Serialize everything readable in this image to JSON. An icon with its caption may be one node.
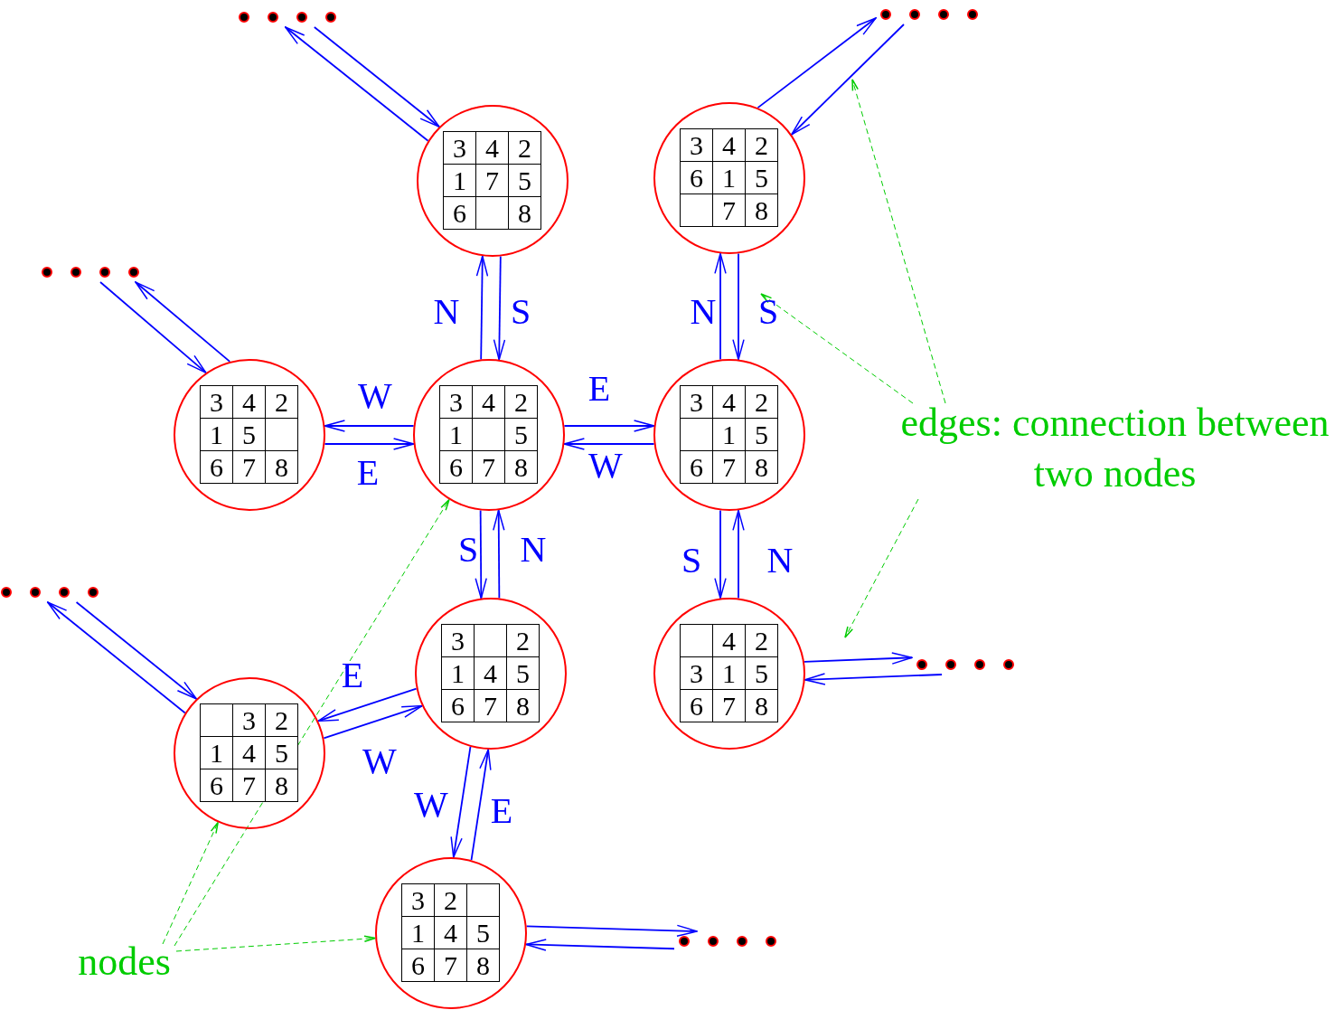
{
  "diagram": {
    "nodes": [
      {
        "text": [],
        "shape": "circle"
      },
      {
        "text": [
          "3"
        ],
        "in": 0
      },
      {
        "text": [
          "4"
        ],
        "in": 0
      },
      {
        "text": [
          "2"
        ],
        "in": 0
      },
      {
        "text": [
          "1"
        ],
        "in": 0
      },
      {
        "text": [
          "7"
        ],
        "in": 0
      },
      {
        "text": [
          "5"
        ],
        "in": 0
      },
      {
        "text": [
          "6"
        ],
        "in": 0
      },
      {
        "text": [],
        "shape": "box",
        "in": 0
      },
      {
        "text": [
          "8"
        ],
        "in": 0
      },
      {
        "text": [],
        "shape": "circle"
      },
      {
        "text": [
          "3"
        ],
        "in": 10
      },
      {
        "text": [
          "4"
        ],
        "in": 10
      },
      {
        "text": [
          "2"
        ],
        "in": 10
      },
      {
        "text": [
          "6"
        ],
        "in": 10
      },
      {
        "text": [
          "1"
        ],
        "in": 10
      },
      {
        "text": [
          "5"
        ],
        "in": 10
      },
      {
        "text": [],
        "shape": "box",
        "in": 10
      },
      {
        "text": [
          "7"
        ],
        "in": 10
      },
      {
        "text": [
          "8"
        ],
        "in": 10
      },
      {
        "text": [],
        "shape": "circle"
      },
      {
        "text": [
          "3"
        ],
        "in": 20
      },
      {
        "text": [
          "4"
        ],
        "in": 20
      },
      {
        "text": [
          "2"
        ],
        "in": 20
      },
      {
        "text": [
          "1"
        ],
        "in": 20
      },
      {
        "text": [
          "5"
        ],
        "in": 20
      },
      {
        "text": [],
        "shape": "box",
        "in": 20
      },
      {
        "text": [
          "6"
        ],
        "in": 20
      },
      {
        "text": [
          "7"
        ],
        "in": 20
      },
      {
        "text": [
          "8"
        ],
        "in": 20
      },
      {
        "text": [],
        "shape": "circle"
      },
      {
        "text": [
          "3"
        ],
        "in": 30
      },
      {
        "text": [
          "4"
        ],
        "in": 30
      },
      {
        "text": [
          "2"
        ],
        "in": 30
      },
      {
        "text": [
          "1"
        ],
        "in": 30
      },
      {
        "text": [],
        "shape": "box",
        "in": 30
      },
      {
        "text": [
          "5"
        ],
        "in": 30
      },
      {
        "text": [
          "6"
        ],
        "in": 30
      },
      {
        "text": [
          "7"
        ],
        "in": 30
      },
      {
        "text": [
          "8"
        ],
        "in": 30
      },
      {
        "text": [],
        "shape": "circle"
      },
      {
        "text": [
          "3"
        ],
        "in": 40
      },
      {
        "text": [
          "4"
        ],
        "in": 40
      },
      {
        "text": [
          "2"
        ],
        "in": 40
      },
      {
        "text": [],
        "shape": "box",
        "in": 40
      },
      {
        "text": [
          "1"
        ],
        "in": 40
      },
      {
        "text": [
          "5"
        ],
        "in": 40
      },
      {
        "text": [
          "6"
        ],
        "in": 40
      },
      {
        "text": [
          "7"
        ],
        "in": 40
      },
      {
        "text": [
          "8"
        ],
        "in": 40
      },
      {
        "text": [],
        "shape": "circle"
      },
      {
        "text": [
          "3"
        ],
        "in": 50
      },
      {
        "text": [],
        "shape": "box",
        "in": 50
      },
      {
        "text": [
          "2"
        ],
        "in": 50
      },
      {
        "text": [
          "1"
        ],
        "in": 50
      },
      {
        "text": [
          "4"
        ],
        "in": 50
      },
      {
        "text": [
          "5"
        ],
        "in": 50
      },
      {
        "text": [
          "6"
        ],
        "in": 50
      },
      {
        "text": [
          "7"
        ],
        "in": 50
      },
      {
        "text": [
          "8"
        ],
        "in": 50
      },
      {
        "text": [],
        "shape": "circle"
      },
      {
        "text": [],
        "shape": "box",
        "in": 60
      },
      {
        "text": [
          "4"
        ],
        "in": 60
      },
      {
        "text": [
          "2"
        ],
        "in": 60
      },
      {
        "text": [
          "3"
        ],
        "in": 60
      },
      {
        "text": [
          "1"
        ],
        "in": 60
      },
      {
        "text": [
          "5"
        ],
        "in": 60
      },
      {
        "text": [
          "6"
        ],
        "in": 60
      },
      {
        "text": [
          "7"
        ],
        "in": 60
      },
      {
        "text": [
          "8"
        ],
        "in": 60
      },
      {
        "text": [],
        "shape": "circle"
      },
      {
        "text": [],
        "shape": "box",
        "in": 70
      },
      {
        "text": [
          "3"
        ],
        "in": 70
      },
      {
        "text": [
          "2"
        ],
        "in": 70
      },
      {
        "text": [
          "1"
        ],
        "in": 70
      },
      {
        "text": [
          "4"
        ],
        "in": 70
      },
      {
        "text": [
          "5"
        ],
        "in": 70
      },
      {
        "text": [
          "6"
        ],
        "in": 70
      },
      {
        "text": [
          "7"
        ],
        "in": 70
      },
      {
        "text": [
          "8"
        ],
        "in": 70
      },
      {
        "text": [],
        "shape": "circle"
      },
      {
        "text": [
          "3"
        ],
        "in": 80
      },
      {
        "text": [
          "2"
        ],
        "in": 80
      },
      {
        "text": [],
        "shape": "box",
        "in": 80
      },
      {
        "text": [
          "1"
        ],
        "in": 80
      },
      {
        "text": [
          "4"
        ],
        "in": 80
      },
      {
        "text": [
          "5"
        ],
        "in": 80
      },
      {
        "text": [
          "6"
        ],
        "in": 80
      },
      {
        "text": [
          "7"
        ],
        "in": 80
      },
      {
        "text": [
          "8"
        ],
        "in": 80
      },
      {
        "text": [],
        "shape": "dots"
      },
      {
        "text": [],
        "shape": "dots"
      },
      {
        "text": [],
        "shape": "dots"
      },
      {
        "text": [],
        "shape": "dots"
      },
      {
        "text": [],
        "shape": "dots"
      },
      {
        "text": [],
        "shape": "dots"
      },
      {
        "text": [
          "edges: connection between two nodes"
        ]
      },
      {
        "text": [
          "nodes"
        ]
      }
    ],
    "edges": [
      {
        "from": 30,
        "to": 0,
        "arrow": "to",
        "label": "N"
      },
      {
        "from": 0,
        "to": 30,
        "arrow": "to",
        "label": "S"
      },
      {
        "from": 30,
        "to": 20,
        "arrow": "to",
        "label": "W"
      },
      {
        "from": 20,
        "to": 30,
        "arrow": "to",
        "label": "E"
      },
      {
        "from": 30,
        "to": 40,
        "arrow": "to",
        "label": "E"
      },
      {
        "from": 40,
        "to": 30,
        "arrow": "to",
        "label": "W"
      },
      {
        "from": 30,
        "to": 50,
        "arrow": "to",
        "label": "S"
      },
      {
        "from": 50,
        "to": 30,
        "arrow": "to",
        "label": "N"
      },
      {
        "from": 40,
        "to": 10,
        "arrow": "to",
        "label": "N"
      },
      {
        "from": 10,
        "to": 40,
        "arrow": "to",
        "label": "S"
      },
      {
        "from": 40,
        "to": 60,
        "arrow": "to",
        "label": "S"
      },
      {
        "from": 60,
        "to": 40,
        "arrow": "to",
        "label": "N"
      },
      {
        "from": 50,
        "to": 70,
        "arrow": "to",
        "label": "E"
      },
      {
        "from": 70,
        "to": 50,
        "arrow": "to",
        "label": "W"
      },
      {
        "from": 50,
        "to": 80,
        "arrow": "to",
        "label": "W"
      },
      {
        "from": 80,
        "to": 50,
        "arrow": "to",
        "label": "E"
      },
      {
        "from": 0,
        "to": 90,
        "arrow": "to"
      },
      {
        "from": 90,
        "to": 0,
        "arrow": "to"
      },
      {
        "from": 10,
        "to": 91,
        "arrow": "to"
      },
      {
        "from": 91,
        "to": 10,
        "arrow": "to"
      },
      {
        "from": 20,
        "to": 92,
        "arrow": "to"
      },
      {
        "from": 92,
        "to": 20,
        "arrow": "to"
      },
      {
        "from": 70,
        "to": 93,
        "arrow": "to"
      },
      {
        "from": 93,
        "to": 70,
        "arrow": "to"
      },
      {
        "from": 60,
        "to": 94,
        "arrow": "to"
      },
      {
        "from": 94,
        "to": 60,
        "arrow": "to"
      },
      {
        "from": 80,
        "to": 95,
        "arrow": "to"
      },
      {
        "from": 95,
        "to": 80,
        "arrow": "to"
      },
      {
        "from": 96,
        "to": null,
        "arrow": "to",
        "style": "dashed",
        "color": "#00cc00"
      },
      {
        "from": 96,
        "to": null,
        "arrow": "to",
        "style": "dashed",
        "color": "#00cc00"
      },
      {
        "from": 96,
        "to": null,
        "arrow": "to",
        "style": "dashed",
        "color": "#00cc00"
      },
      {
        "from": 97,
        "to": 70,
        "arrow": "to",
        "style": "dashed",
        "color": "#00cc00"
      },
      {
        "from": 97,
        "to": 30,
        "arrow": "to",
        "style": "dashed",
        "color": "#00cc00"
      },
      {
        "from": 97,
        "to": 80,
        "arrow": "to",
        "style": "dashed",
        "color": "#00cc00"
      }
    ]
  }
}
